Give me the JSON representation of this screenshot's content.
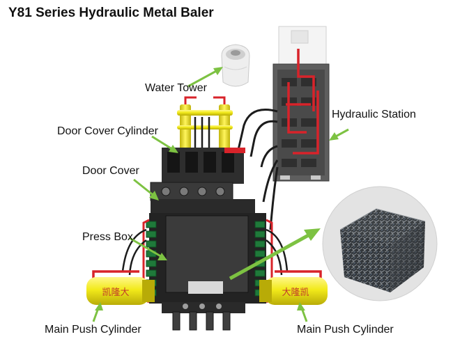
{
  "title": "Y81 Series Hydraulic Metal Baler",
  "labels": {
    "water_tower": "Water Tower",
    "hydraulic_station": "Hydraulic Station",
    "door_cover_cylinder": "Door Cover Cylinder",
    "door_cover": "Door Cover",
    "press_box": "Press Box",
    "main_push_cylinder_left": "Main Push Cylinder",
    "main_push_cylinder_right": "Main Push Cylinder"
  },
  "cylinder_marks": {
    "left": "凯隆大",
    "right": "大隆凯"
  },
  "colors": {
    "arrow": "#7dc242",
    "cylinder_yellow": "#f2ea1a",
    "hydraulic_red": "#d8232a",
    "machine_green": "#1f7a3a",
    "machine_dark": "#2b2b2b",
    "station_grey": "#6e6e6e"
  }
}
